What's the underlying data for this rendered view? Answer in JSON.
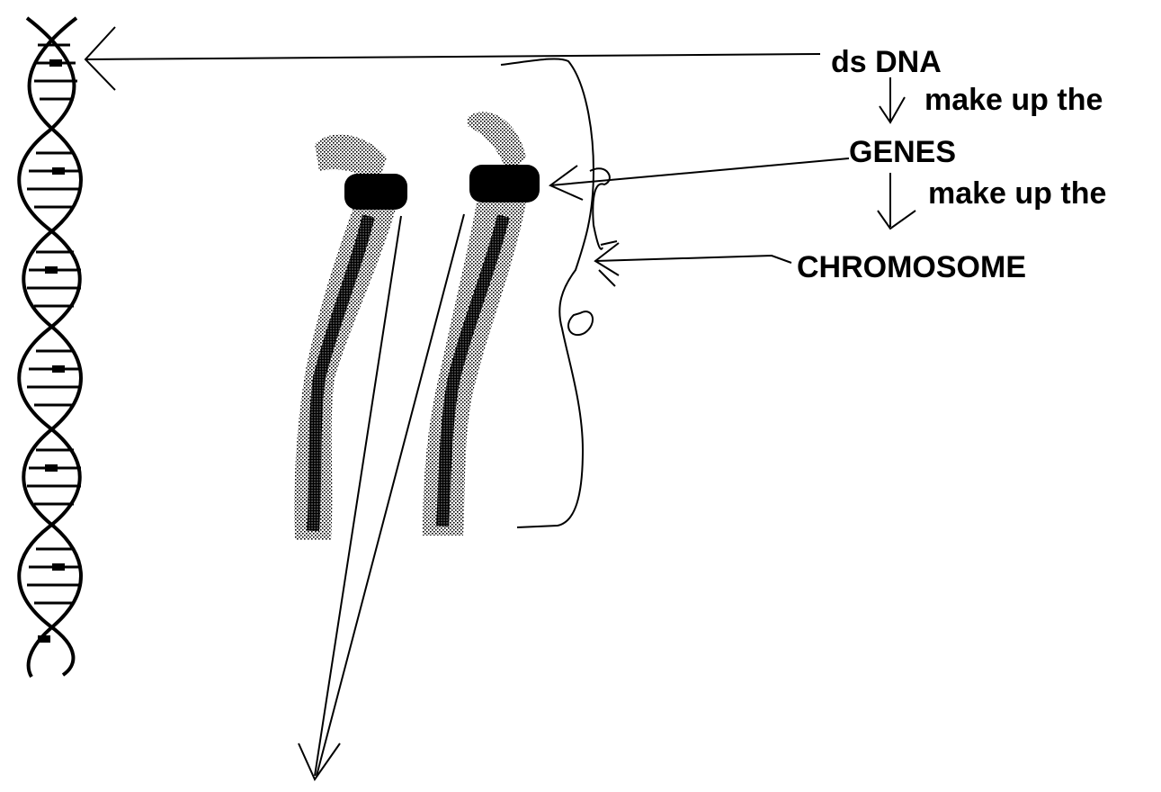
{
  "diagram": {
    "labels": {
      "dsdna": "ds DNA",
      "make_up_1": "make up the",
      "genes": "GENES",
      "make_up_2": "make up the",
      "chromosome": "CHROMOSOME"
    },
    "colors": {
      "ink": "#000000",
      "background": "#ffffff"
    }
  }
}
